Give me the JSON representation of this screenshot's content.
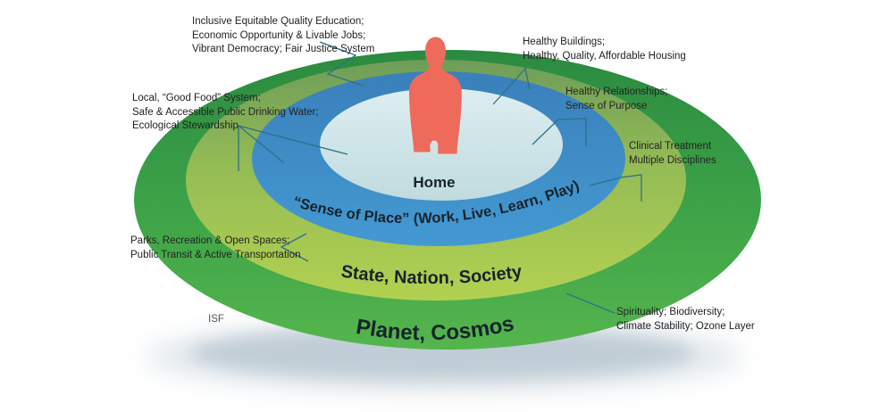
{
  "diagram": {
    "rings": {
      "home": {
        "label": "Home",
        "color": "#d2e6e8"
      },
      "sense_of_place": {
        "label": "“Sense of Place” (Work, Live, Learn, Play)",
        "color": "#3f8cc6"
      },
      "state_nation_society": {
        "label": "State, Nation, Society",
        "color": "#a6c95a"
      },
      "planet_cosmos": {
        "label": "Planet, Cosmos",
        "color": "#43a94a"
      }
    },
    "annotations": {
      "education": {
        "text": "Inclusive Equitable Quality Education;\nEconomic Opportunity & Livable Jobs;\nVibrant Democracy; Fair Justice System"
      },
      "housing": {
        "text": "Healthy Buildings;\nHealthy, Quality, Affordable Housing"
      },
      "relationships": {
        "text": "Healthy Relationships;\nSense of Purpose"
      },
      "clinical": {
        "text": "Clinical Treatment\nMultiple Disciplines"
      },
      "food_water": {
        "text": "Local, “Good Food” System;\nSafe & Accessible Public Drinking Water;\nEcological Stewardship"
      },
      "parks_transit": {
        "text": "Parks, Recreation & Open Spaces;\nPublic Transit & Active Transportation"
      },
      "environment": {
        "text": "Spirituality; Biodiversity;\nClimate Stability; Ozone Layer"
      }
    },
    "watermark": "ISF",
    "figure": {
      "person_color": "#ee6a5b",
      "leader_line_color": "#2f6f8a",
      "outer_ring_top_color": "#2b8a40",
      "outer_ring_bottom_color": "#55b54d",
      "middle_ring_top_color": "#6e9d58",
      "middle_ring_bottom_color": "#b2d151",
      "blue_ring_color": "#3f8cc6"
    }
  }
}
